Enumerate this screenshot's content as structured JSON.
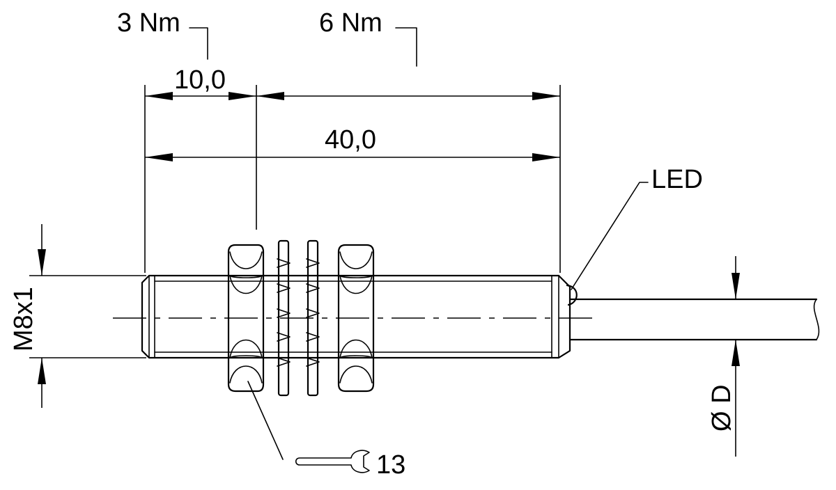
{
  "labels": {
    "torque_left": "3 Nm",
    "torque_right": "6 Nm",
    "dim_front": "10,0",
    "dim_total": "40,0",
    "led": "LED",
    "thread": "M8x1",
    "cable_diameter": "Ø D",
    "wrench_size": "13"
  }
}
